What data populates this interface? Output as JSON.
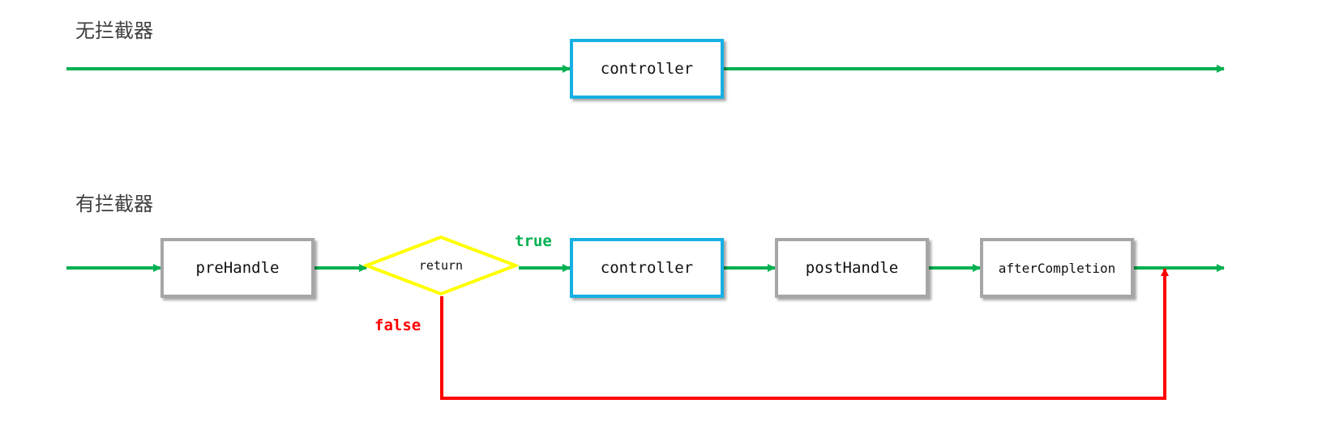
{
  "colors": {
    "flow_arrow": "#00b050",
    "false_path": "#ff0000",
    "true_label": "#00b050",
    "interceptor_box_border": "#a6a6a6",
    "controller_box_border": "#17b0e3",
    "decision_border": "#ffff00"
  },
  "section_without": {
    "title": "无拦截器",
    "controller_label": "controller"
  },
  "section_with": {
    "title": "有拦截器",
    "prehandle_label": "preHandle",
    "decision_label": "return",
    "true_label": "true",
    "false_label": "false",
    "controller_label": "controller",
    "posthandle_label": "postHandle",
    "aftercompletion_label": "afterCompletion"
  }
}
